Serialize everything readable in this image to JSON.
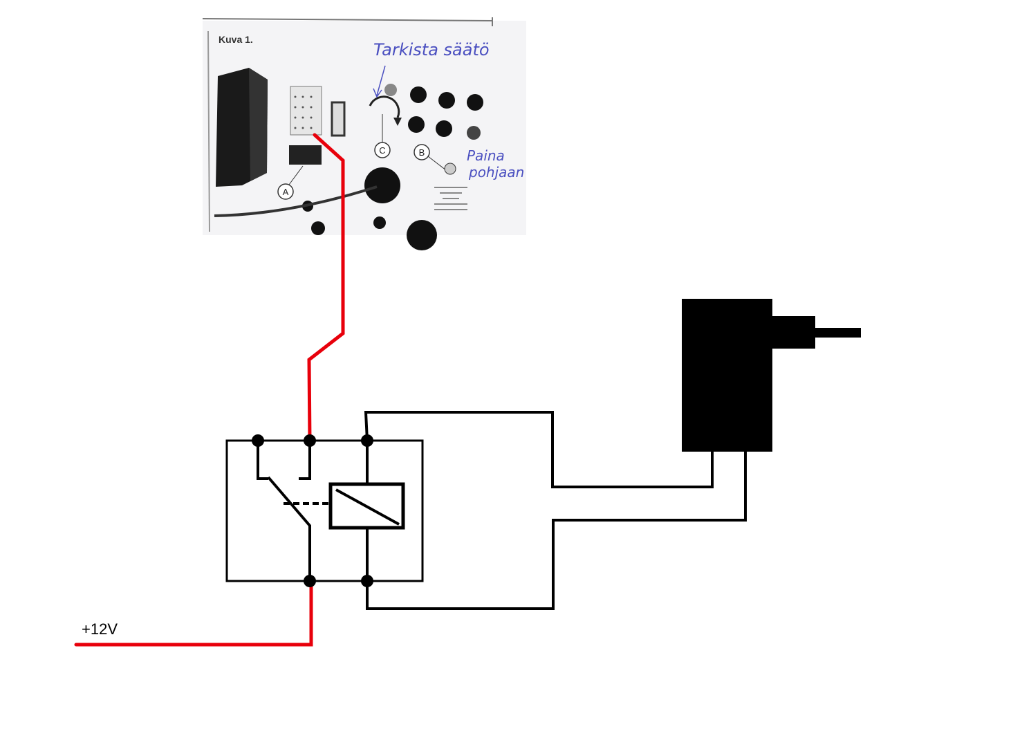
{
  "photo": {
    "caption": "Kuva 1.",
    "annotation_top": "Tarkista säätö",
    "annotation_side_line1": "Paina",
    "annotation_side_line2": "pohjaan",
    "callouts": [
      "A",
      "B",
      "C"
    ]
  },
  "supply_label": "+12V",
  "colors": {
    "supply_wire": "#e8000b",
    "wire": "#000000",
    "handwriting": "#4a4fc0"
  }
}
